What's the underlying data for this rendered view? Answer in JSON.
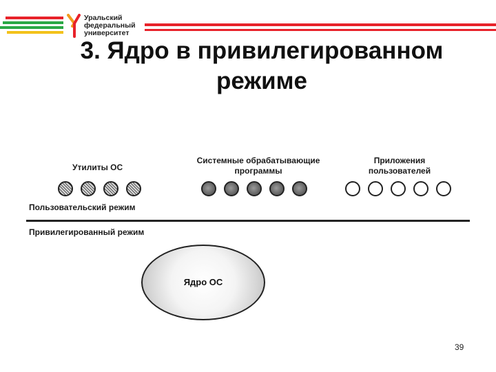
{
  "logo": {
    "lines": [
      "Уральский",
      "федеральный",
      "университет"
    ]
  },
  "title": {
    "line1": "3. Ядро в привилегированном",
    "line2": "режиме"
  },
  "diagram": {
    "utilities": {
      "label": "Утилиты ОС",
      "count": 4,
      "style": "hatched"
    },
    "system_programs": {
      "label_line1": "Системные обрабатывающие",
      "label_line2": "программы",
      "count": 5,
      "style": "dark"
    },
    "user_apps": {
      "label_line1": "Приложения",
      "label_line2": "пользователей",
      "count": 5,
      "style": "empty"
    },
    "user_mode_label": "Пользовательский режим",
    "privileged_mode_label": "Привилегированный режим",
    "kernel_label": "Ядро ОС"
  },
  "page_number": "39",
  "colors": {
    "stripe_red": "#e8222a",
    "stripe_green": "#2aa845",
    "stripe_yellow": "#f3c21b",
    "logo_red": "#e8222a",
    "logo_orange": "#f29b1d"
  }
}
